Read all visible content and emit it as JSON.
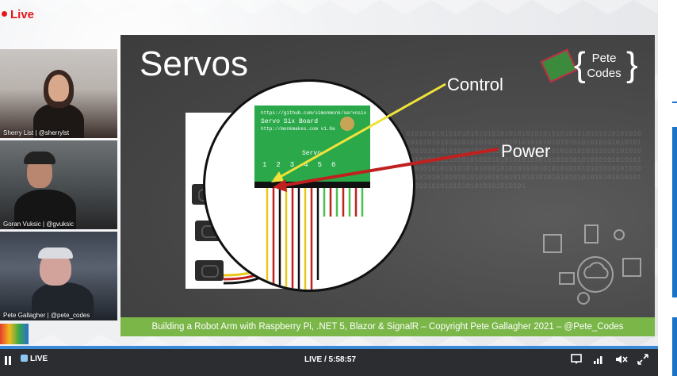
{
  "stream": {
    "live_label": "Live"
  },
  "participants": [
    {
      "name": "Sherry List | @sherrylst"
    },
    {
      "name": "Goran Vuksic | @gvuksic"
    },
    {
      "name": "Pete Gallagher | @pete_codes"
    }
  ],
  "slide": {
    "title": "Servos",
    "logo_line1": "Pete",
    "logo_line2": "Codes",
    "control_label": "Control",
    "power_label": "Power",
    "board_url": "https://github.com/simonmonk/servosix",
    "board_name": "Servo Six Board",
    "board_site": "http://monkmakes.com  v1.0a",
    "board_servo": "Servo",
    "board_numbers": "123456",
    "footer": "Building a Robot Arm with Raspberry Pi, .NET 5, Blazor & SignalR  – Copyright Pete Gallagher 2021 – @Pete_Codes",
    "binary_text": "0101010101010101010101010101010101010101010101010101010101010101010101010101010101010101010101010101010101010101010101010101010101010101010101010101010101010101010101010101010101010101010101010101010101010101010101010101010101010101010101010101010101010101010101010101010101010101010101010101010101010101010101010101010101010101010101010101010101010101010101"
  },
  "player": {
    "live_button": "LIVE",
    "time_display": "LIVE / 5:58:57",
    "progress_fraction": 1.0,
    "icons": [
      "pause-icon",
      "chat-icon",
      "quality-icon",
      "mute-icon",
      "fullscreen-icon"
    ]
  },
  "colors": {
    "accent": "#1a73c9",
    "live_red": "#e8141b",
    "slide_footer": "#7ab648"
  }
}
